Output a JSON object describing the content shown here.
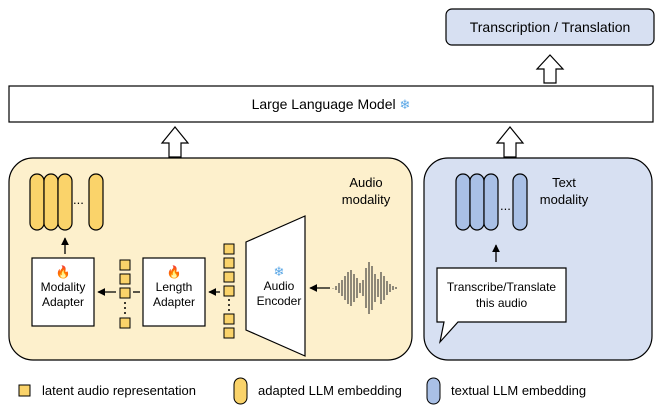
{
  "output_box": {
    "label": "Transcription / Translation"
  },
  "llm": {
    "label": "Large Language Model",
    "frozen_icon": "snowflake-icon"
  },
  "audio_panel": {
    "title_line1": "Audio",
    "title_line2": "modality",
    "ellipsis": "...",
    "modality_adapter": {
      "line1": "Modality",
      "line2": "Adapter",
      "icon": "fire-icon"
    },
    "length_adapter": {
      "line1": "Length",
      "line2": "Adapter",
      "icon": "fire-icon"
    },
    "audio_encoder": {
      "line1": "Audio",
      "line2": "Encoder",
      "icon": "snowflake-icon"
    },
    "fill_color": "#fdf0cc",
    "embedding_color": "#fad36a"
  },
  "text_panel": {
    "title_line1": "Text",
    "title_line2": "modality",
    "ellipsis": "...",
    "prompt_line1": "Transcribe/Translate",
    "prompt_line2": "this audio",
    "fill_color": "#d7e0f2",
    "embedding_color": "#a9c0e6"
  },
  "legend": [
    {
      "label": "latent audio representation",
      "shape": "square",
      "color": "#fad36a"
    },
    {
      "label": "adapted LLM embedding",
      "shape": "pill",
      "color": "#fad36a"
    },
    {
      "label": "textual LLM embedding",
      "shape": "pill",
      "color": "#a9c0e6"
    }
  ]
}
